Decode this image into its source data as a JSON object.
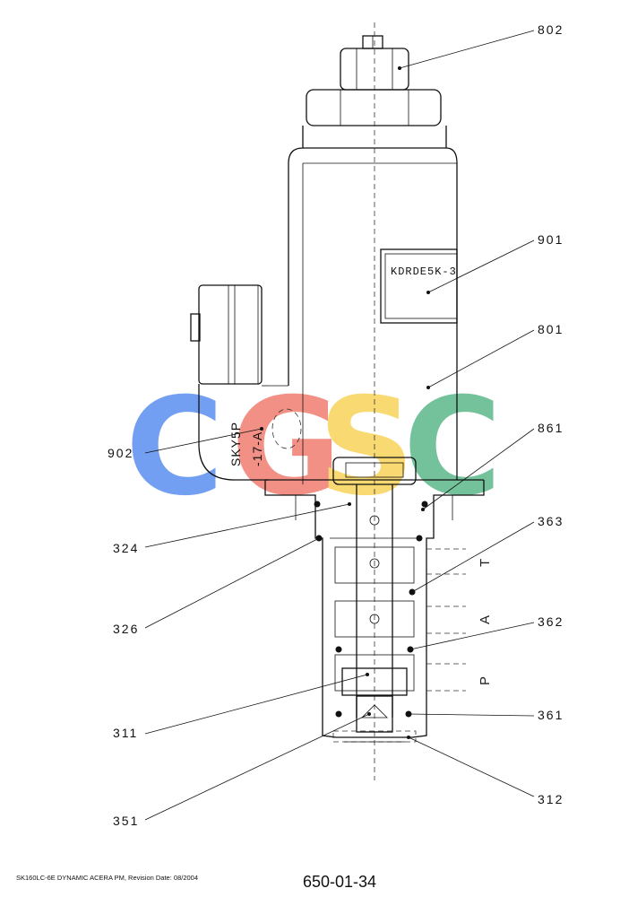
{
  "drawing": {
    "part_labels": {
      "p802": "802",
      "p901": "901",
      "p801": "801",
      "p861": "861",
      "p902": "902",
      "p363": "363",
      "p324": "324",
      "p326": "326",
      "p362": "362",
      "p361": "361",
      "p311": "311",
      "p312": "312",
      "p351": "351"
    },
    "nameplate_text": "KDRDE5K-3",
    "connector_text_line1": "SKY5P",
    "connector_text_line2": "-17-A",
    "ports": {
      "t": "T",
      "a": "A",
      "p": "P"
    }
  },
  "watermark": {
    "letters": [
      "C",
      "G",
      "S",
      "C"
    ],
    "colors": [
      "#5b8ff0",
      "#f07d70",
      "#f8d35a",
      "#5cb88a"
    ]
  },
  "footer": {
    "left_text": "SK160LC-6E DYNAMIC ACERA PM, Revision Date: 08/2004",
    "page_code": "650-01-34"
  }
}
